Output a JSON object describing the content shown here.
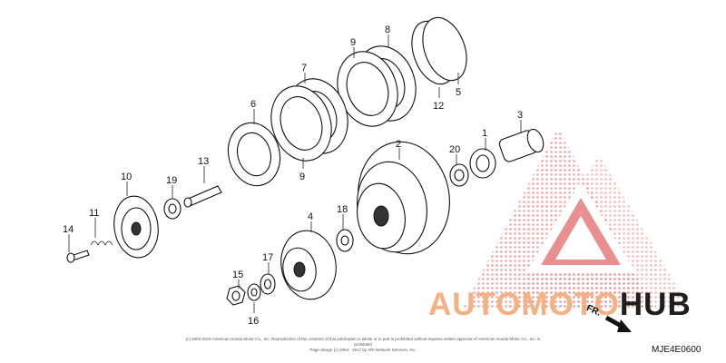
{
  "labels": [
    "1",
    "2",
    "3",
    "4",
    "5",
    "6",
    "7",
    "8",
    "9",
    "9",
    "10",
    "11",
    "12",
    "13",
    "14",
    "15",
    "16",
    "17",
    "18",
    "19",
    "20"
  ],
  "diagram_code": "MJE4E0600",
  "direction_label": "FR.",
  "copyright_line1": "(c) 2003-2015 American Honda Motor Co., Inc. Reproduction of the contents of this publication in whole or in part is prohibited without express written approval of American Honda Motor Co., Inc. is prohibited",
  "copyright_line2": "Page design (c) 2004 - 2017 by ARI Network Services, Inc.",
  "watermark": {
    "part1": "AUTO",
    "part2": "MOTO",
    "part3": "HUB"
  },
  "colors": {
    "watermark_orange": "#f5b183",
    "watermark_dark": "#1e1e1e",
    "watermark_red": "#ee9a9a"
  }
}
